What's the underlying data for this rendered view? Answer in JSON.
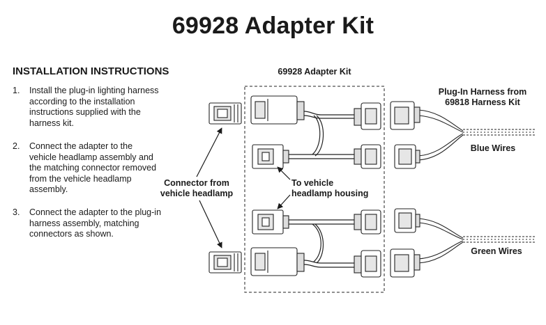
{
  "title": "69928 Adapter Kit",
  "instructions": {
    "heading": "INSTALLATION INSTRUCTIONS",
    "steps": [
      {
        "number": "1.",
        "text": "Install the plug-in lighting harness according to the installation instructions supplied with the harness kit."
      },
      {
        "number": "2.",
        "text": "Connect the adapter to the vehicle headlamp assembly and the matching connector removed from the vehicle headlamp assembly."
      },
      {
        "number": "3.",
        "text": "Connect the adapter to the plug-in harness assembly, matching connectors as shown."
      }
    ]
  },
  "diagram": {
    "kit_label": "69928 Adapter Kit",
    "harness_label_line1": "Plug-In Harness from",
    "harness_label_line2": "69818 Harness Kit",
    "blue_wires_label": "Blue Wires",
    "green_wires_label": "Green Wires",
    "connector_label_line1": "Connector from",
    "connector_label_line2": "vehicle headlamp",
    "housing_label_line1": "To vehicle",
    "housing_label_line2": "headlamp housing"
  }
}
